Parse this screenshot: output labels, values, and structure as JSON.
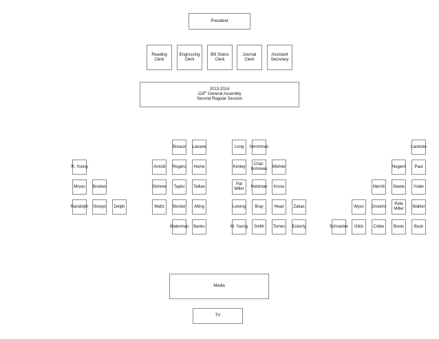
{
  "president": "President",
  "clerks": {
    "reading": [
      "Reading",
      "Clerk"
    ],
    "engrossing": [
      "Engrossing",
      "Clerk"
    ],
    "bill_status": [
      "Bill Status",
      "Clerk"
    ],
    "journal": [
      "Journal",
      "Clerk"
    ],
    "assistant_secretary": [
      "Assistant",
      "Secretary"
    ]
  },
  "session": {
    "years": "2013-2014",
    "assembly_number": "118",
    "assembly_suffix": "th",
    "assembly_label": " General Assembly",
    "session_name": "Second Regular Session"
  },
  "seats": {
    "breaux": "Breaux",
    "lanane": "Lanane",
    "long": "Long",
    "hershman": "Hershman",
    "landske": "Landske",
    "r_young": "R. Young",
    "arnold": "Arnold",
    "rogers": "Rogers",
    "hume": "Hume",
    "kenley": "Kenley",
    "charbonneau": [
      "Char-",
      "bonneau"
    ],
    "mishler": "Mishler",
    "nugent": "Nugent",
    "paul": "Paul",
    "mrvan": "Mrvan",
    "broden": "Broden",
    "skinner": "Skinner",
    "taylor": "Taylor",
    "tallian": "Tallian",
    "pat_miller": [
      "Pat",
      "Miller"
    ],
    "holdman": "Holdman",
    "kruse": "Kruse",
    "merritt": "Merritt",
    "steele": "Steele",
    "yoder": "Yoder",
    "randolph": "Randolph",
    "stoops": "Stoops",
    "delph": "Delph",
    "waltz": "Waltz",
    "becker": "Becker",
    "alting": "Alting",
    "leising": "Leising",
    "bray": "Bray",
    "head": "Head",
    "zakas": "Zakas",
    "wyss": "Wyss",
    "grooms": "Grooms",
    "pete_miller": [
      "Pete",
      "Miller"
    ],
    "walker": "Walker",
    "waterman": "Waterman",
    "banks": "Banks",
    "m_young": "M. Young",
    "smith": "Smith",
    "tomes": "Tomes",
    "eckerty": "Eckerty",
    "schneider": "Schneider",
    "glick": "Glick",
    "crider": "Crider",
    "boots": "Boots",
    "buck": "Buck"
  },
  "media": "Media",
  "tv": "TV"
}
